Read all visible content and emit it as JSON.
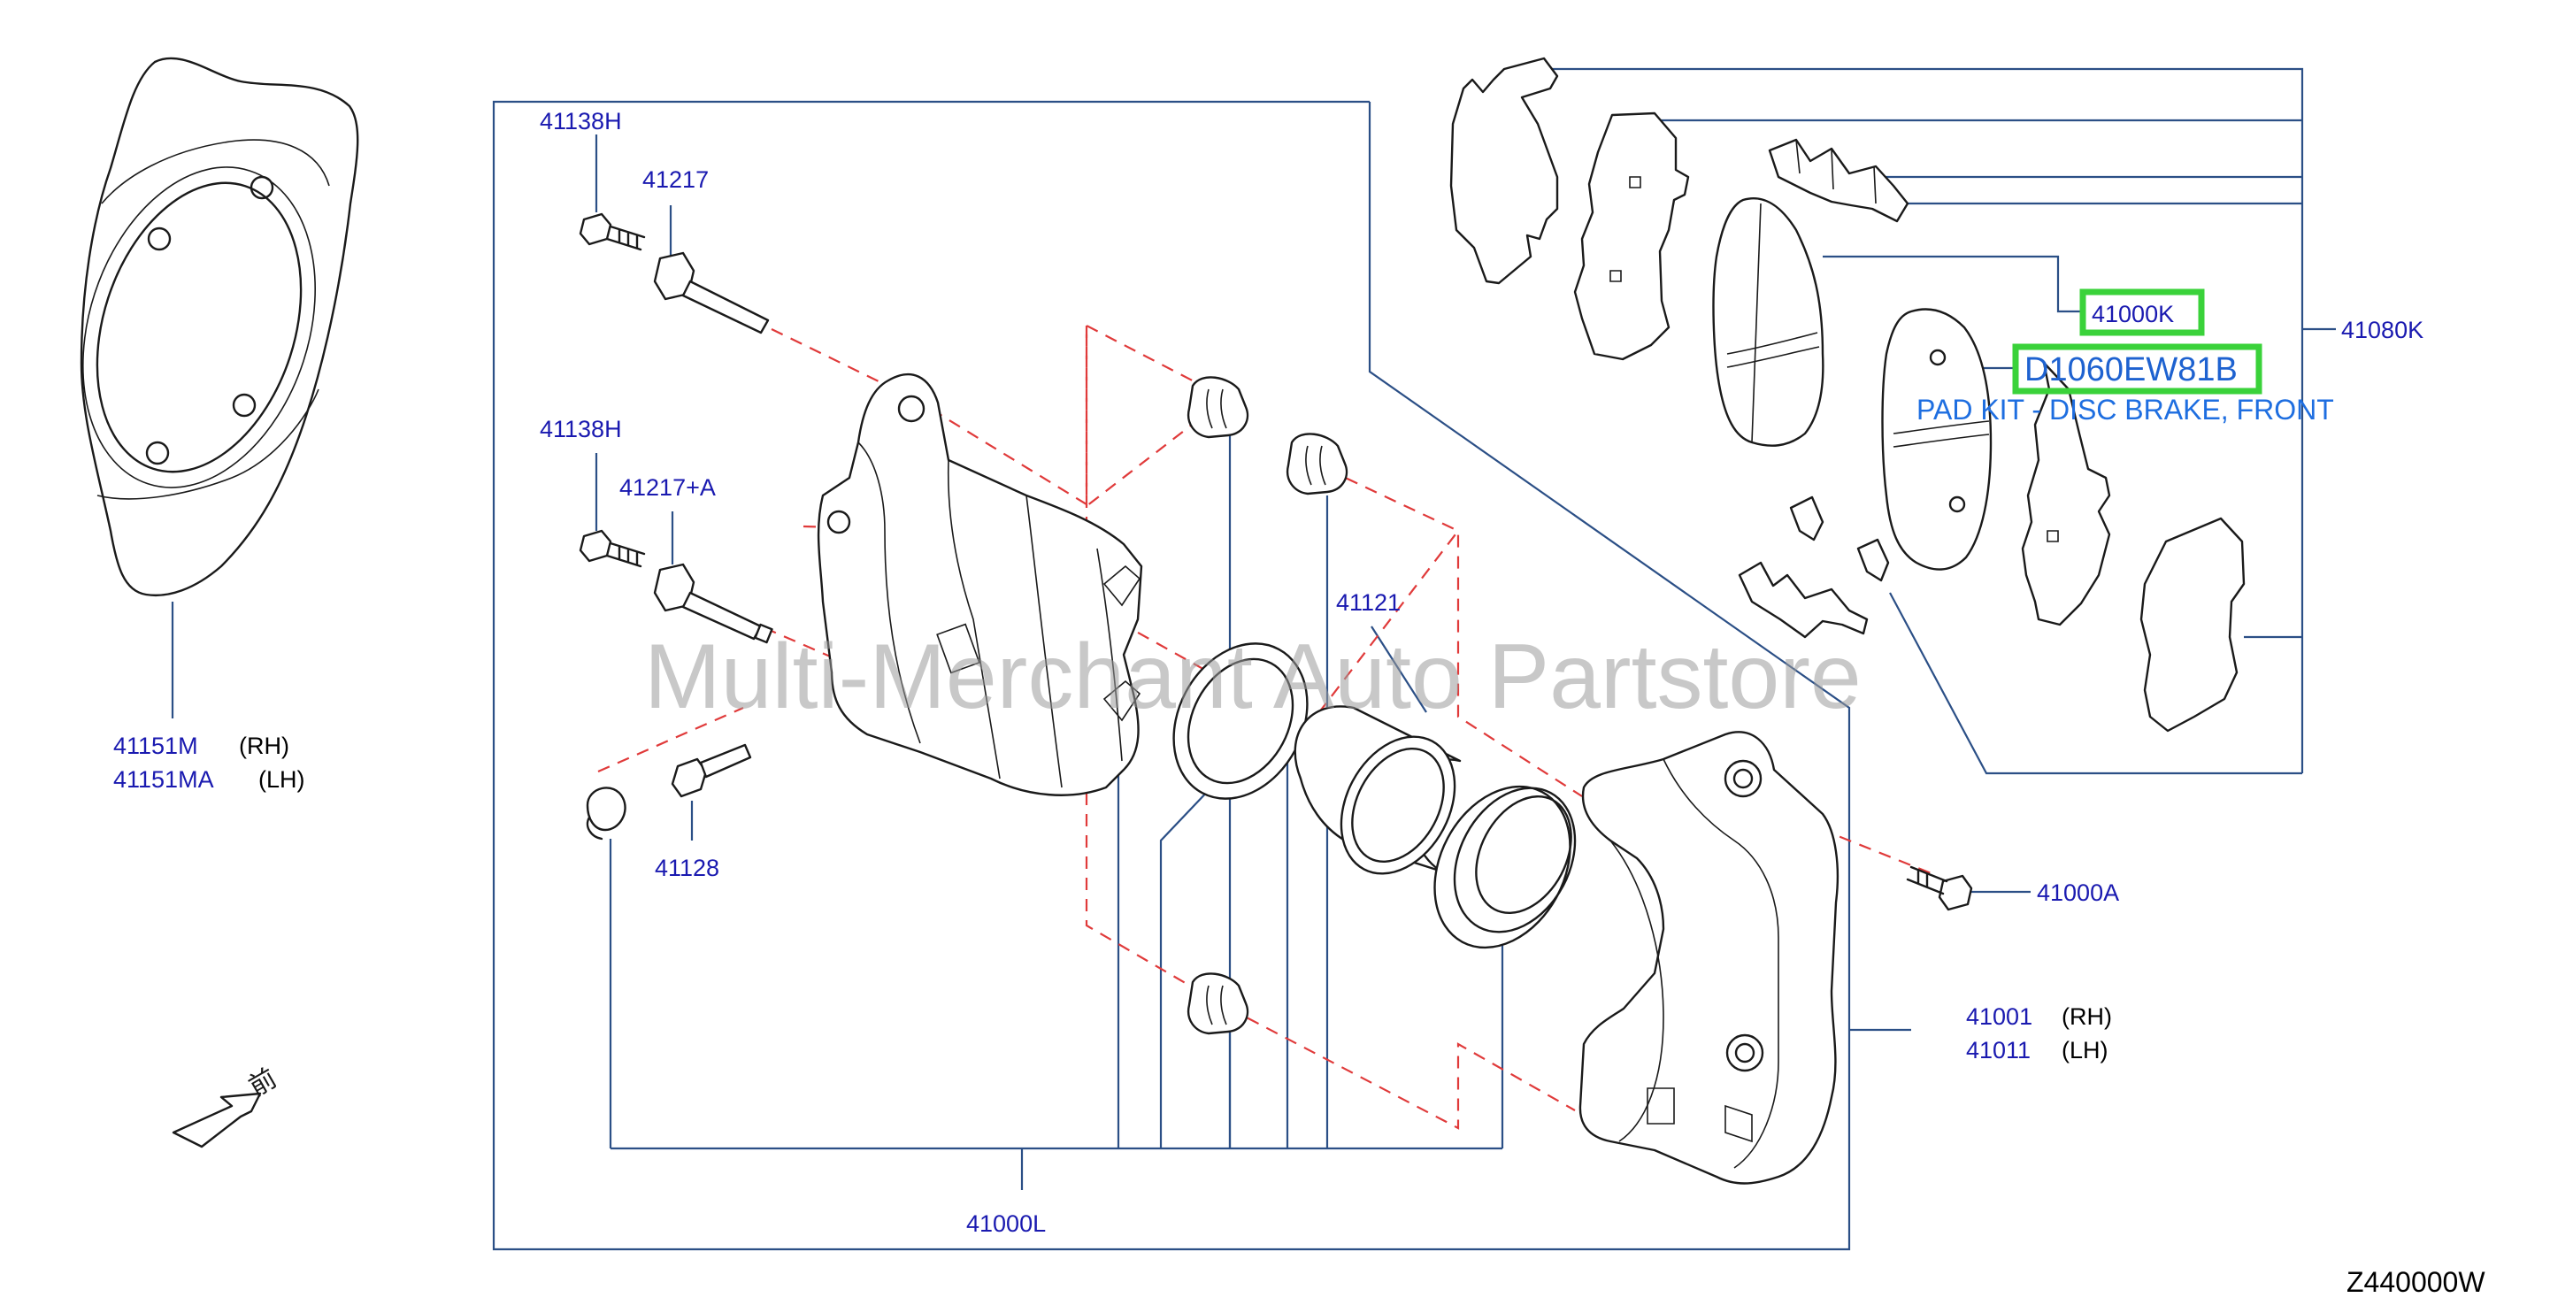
{
  "diagram": {
    "diagram_code": "Z440000W",
    "watermark": "Multi-Merchant Auto Partstore",
    "front_marker": "前",
    "highlighted_part": {
      "part_number": "D1060EW81B",
      "description": "PAD KIT - DISC BRAKE, FRONT"
    },
    "parts": [
      {
        "id": "41138H-a",
        "number": "41138H"
      },
      {
        "id": "41217",
        "number": "41217"
      },
      {
        "id": "41138H-b",
        "number": "41138H"
      },
      {
        "id": "41217A",
        "number": "41217+A"
      },
      {
        "id": "41128",
        "number": "41128"
      },
      {
        "id": "41121",
        "number": "41121"
      },
      {
        "id": "41000L",
        "number": "41000L"
      },
      {
        "id": "41000A",
        "number": "41000A"
      },
      {
        "id": "41000K",
        "number": "41000K"
      },
      {
        "id": "41080K",
        "number": "41080K"
      },
      {
        "id": "41151M",
        "number": "41151M",
        "side": "(RH)"
      },
      {
        "id": "41151MA",
        "number": "41151MA",
        "side": "(LH)"
      },
      {
        "id": "41001",
        "number": "41001",
        "side": "(RH)"
      },
      {
        "id": "41011",
        "number": "41011",
        "side": "(LH)"
      }
    ]
  }
}
